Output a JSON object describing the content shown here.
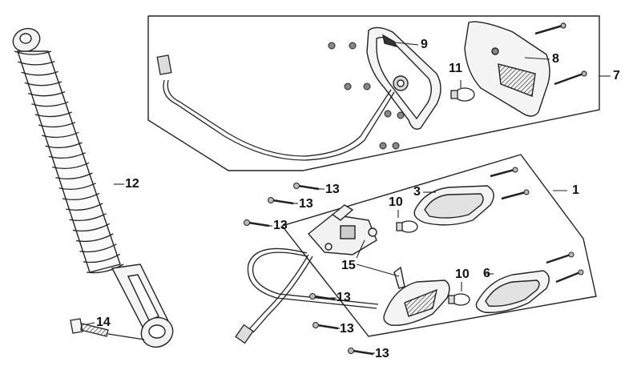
{
  "diagram": {
    "labels": {
      "l1": "1",
      "l3": "3",
      "l6": "6",
      "l7": "7",
      "l8": "8",
      "l9": "9",
      "l10a": "10",
      "l10b": "10",
      "l11": "11",
      "l12": "12",
      "l13a": "13",
      "l13b": "13",
      "l13c": "13",
      "l13d": "13",
      "l13e": "13",
      "l13f": "13",
      "l14": "14",
      "l15": "15"
    },
    "line_color": "#222222",
    "fill_color": "#f2f2f2",
    "shade_color": "#9a9a9a"
  }
}
